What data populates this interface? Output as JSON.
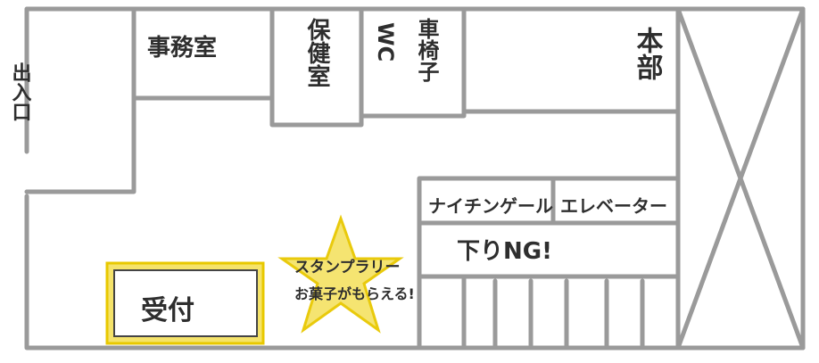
{
  "rooms": {
    "exit": "出入口",
    "office": "事務室",
    "health_room": "保健室",
    "wc": "WC",
    "wheelchair": "車椅子",
    "headquarters": "本部",
    "nightingale": "ナイチンゲール",
    "elevator": "エレベーター",
    "downstairs_ng": "下りNG!",
    "reception": "受付"
  },
  "notes": {
    "stamp_rally": "スタンプラリー",
    "candy": "お菓子がもらえる!"
  },
  "colors": {
    "wall": "#9a9a9a",
    "highlight": "#f5e36a",
    "star_outline": "#e8c800",
    "ink": "#2e2e2e"
  }
}
